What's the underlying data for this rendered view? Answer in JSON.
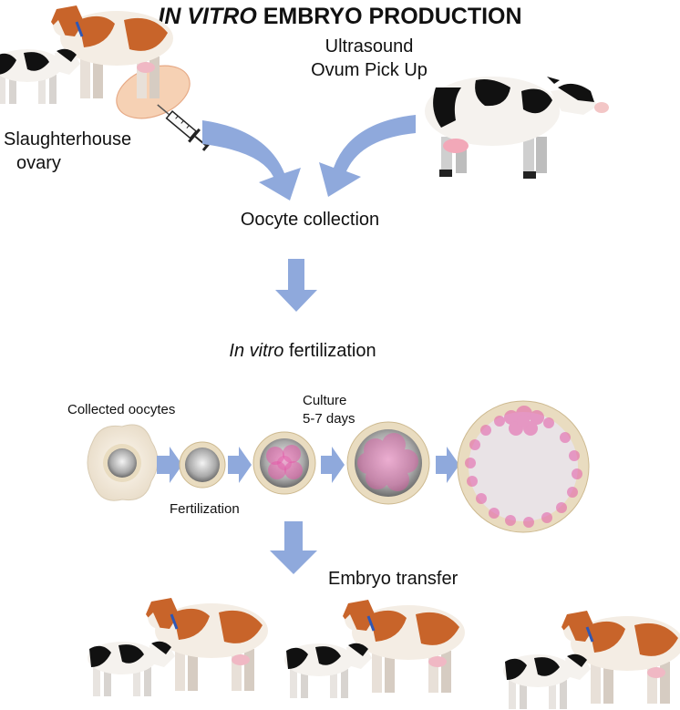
{
  "title": {
    "italic": "IN VITRO",
    "rest": "EMBRYO PRODUCTION"
  },
  "labels": {
    "ultrasound_line1": "Ultrasound",
    "ultrasound_line2": "Ovum Pick Up",
    "slaughterhouse_line1": "Slaughterhouse",
    "slaughterhouse_line2": "ovary",
    "oocyte_collection": "Oocyte collection",
    "ivf_italic": "In vitro",
    "ivf_rest": "fertilization",
    "collected_oocytes": "Collected oocytes",
    "culture_line1": "Culture",
    "culture_line2": "5-7 days",
    "fertilization": "Fertilization",
    "embryo_transfer": "Embryo transfer"
  },
  "colors": {
    "arrow": "#8fa9dc",
    "ovary": "#f6d1b4",
    "zona": "#e9dcc0",
    "cell_pink": "#e35aa8",
    "cow_spot_red": "#c8642a",
    "cow_black": "#1a1a1a"
  },
  "icons": [
    "syringe-icon",
    "ovary-icon",
    "holstein-cow-icon",
    "curved-arrow-icon",
    "down-arrow-icon",
    "right-arrow-icon",
    "oocyte-icon",
    "zygote-icon",
    "morula-icon",
    "blastocyst-icon",
    "cow-with-calf-icon"
  ]
}
